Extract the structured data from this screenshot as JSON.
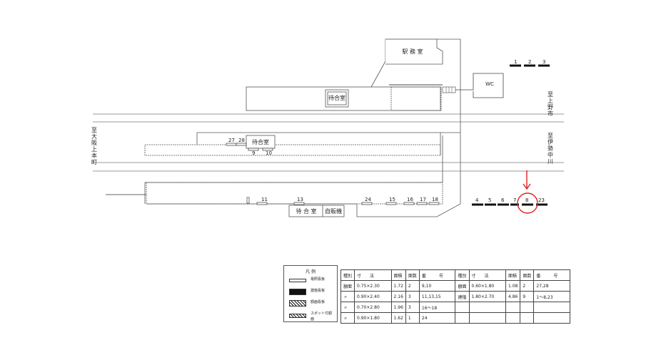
{
  "rooms": {
    "station_office": "駅 務 室",
    "waiting_room_upper": "待合室",
    "waiting_room_mid": "待合室",
    "waiting_room_lower": "待 合 室",
    "vending": "自販機",
    "wc": "WC"
  },
  "directions": {
    "left": "至大阪上本町",
    "right_upper": "至上野市",
    "right_lower": "至伊勢中川"
  },
  "sign_numbers": {
    "top_right": [
      "1",
      "2",
      "3"
    ],
    "bottom_right": [
      "4",
      "5",
      "6",
      "7",
      "8",
      "23"
    ],
    "platform_mid": [
      "27",
      "28",
      "9",
      "10"
    ],
    "platform_lower": [
      "11",
      "13",
      "24",
      "15",
      "16",
      "17",
      "18"
    ]
  },
  "highlight": {
    "sign": "8",
    "color": "#e02020"
  },
  "legend": {
    "title": "凡 例",
    "items": [
      "電照看板",
      "建植看板",
      "額面看板",
      "スポット付額面"
    ]
  },
  "table": {
    "header": [
      "種別",
      "寸　　法",
      "面積",
      "面数",
      "番　　　号",
      "種別",
      "寸　　法",
      "面積",
      "面数",
      "番　　　号"
    ],
    "rows": [
      [
        "額面",
        "0.75×2.30",
        "1.72",
        "2",
        "9,10",
        "額面",
        "0.60×1.80",
        "1.08",
        "2",
        "27,28"
      ],
      [
        "〃",
        "0.90×2.40",
        "2.16",
        "3",
        "11,13,15",
        "建植",
        "1.80×2.70",
        "4.86",
        "9",
        "1〜8,23"
      ],
      [
        "〃",
        "0.70×2.80",
        "1.96",
        "3",
        "16〜18",
        "",
        "",
        "",
        "",
        ""
      ],
      [
        "〃",
        "0.90×1.80",
        "1.62",
        "1",
        "24",
        "",
        "",
        "",
        "",
        ""
      ]
    ]
  }
}
